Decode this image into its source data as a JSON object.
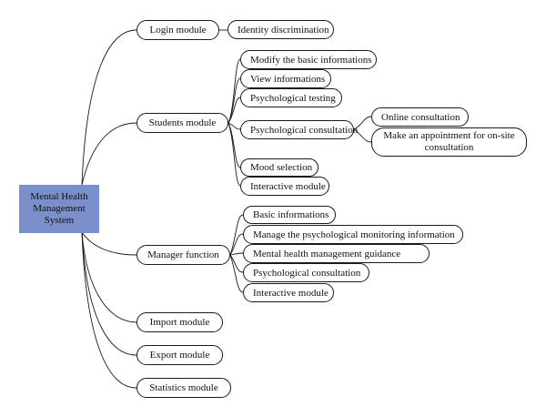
{
  "root": {
    "label": "Mental Health Management System"
  },
  "modules": {
    "login": {
      "label": "Login module",
      "children": [
        "Identity discrimination"
      ]
    },
    "students": {
      "label": "Students module",
      "children": [
        "Modify the basic informations",
        "View informations",
        "Psychological testing",
        "Psychological consultation",
        "Mood selection",
        "Interactive module"
      ],
      "consultation_children": [
        "Online consultation",
        "Make an appointment for on-site consultation"
      ]
    },
    "manager": {
      "label": "Manager function",
      "children": [
        "Basic informations",
        "Manage the psychological monitoring information",
        "Mental health management guidance",
        "Psychological consultation",
        "Interactive module"
      ]
    },
    "import": {
      "label": "Import module"
    },
    "export": {
      "label": "Export module"
    },
    "statistics": {
      "label": "Statistics module"
    }
  }
}
